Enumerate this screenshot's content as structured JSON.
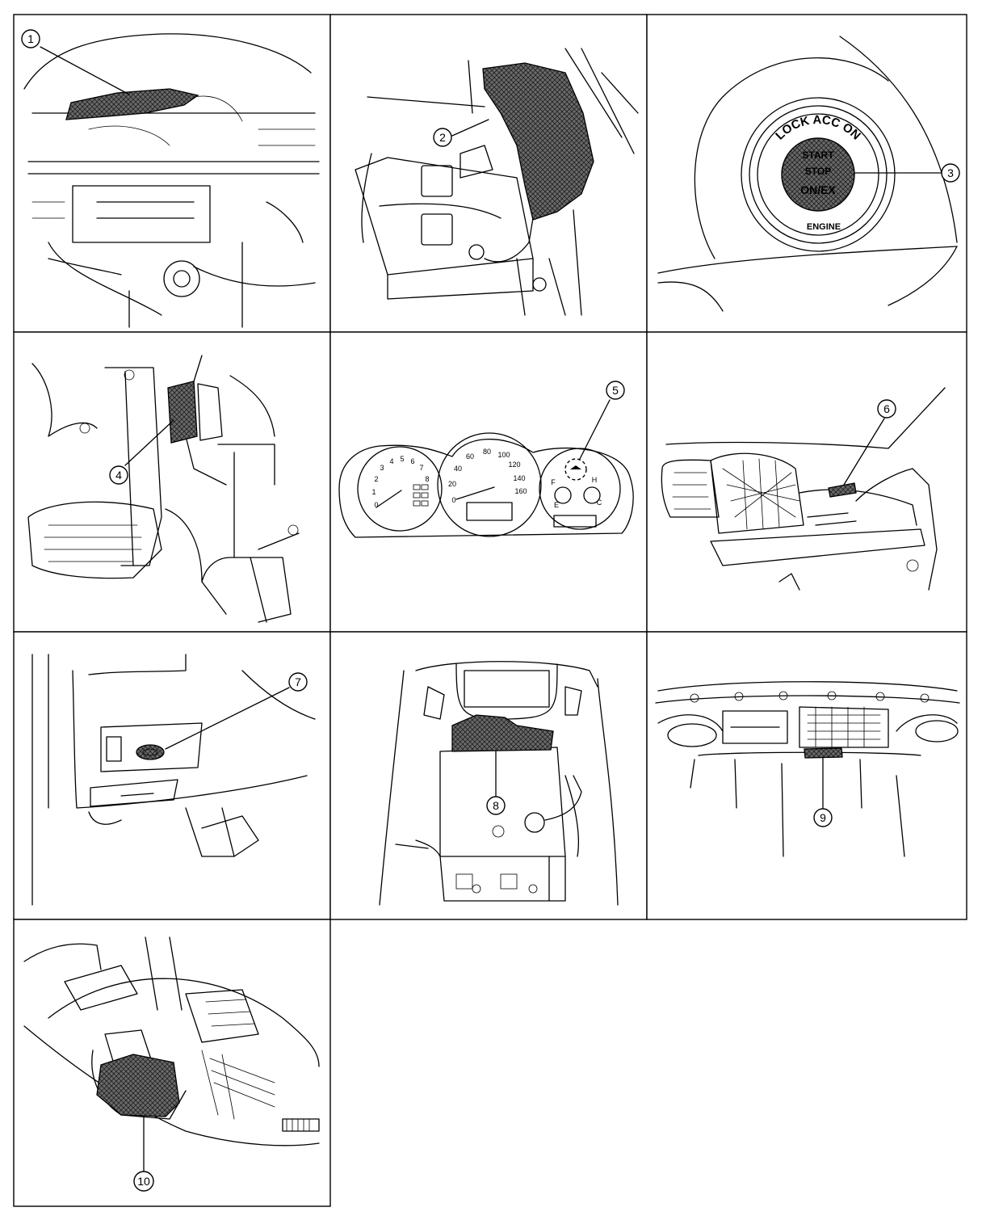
{
  "callouts": [
    "1",
    "2",
    "3",
    "4",
    "5",
    "6",
    "7",
    "8",
    "9",
    "10"
  ],
  "ignition": {
    "ring_text": "LOCK ACC ON",
    "line1": "START",
    "line2": "STOP",
    "line3": "ON/EX",
    "bottom": "ENGINE"
  },
  "cluster": {
    "tach_ticks": [
      "0",
      "1",
      "2",
      "3",
      "4",
      "5",
      "6",
      "7",
      "8"
    ],
    "speed_ticks": [
      "0",
      "20",
      "40",
      "60",
      "80",
      "100",
      "120",
      "140",
      "160"
    ],
    "fuel": [
      "F",
      "E"
    ],
    "temp": [
      "H",
      "C"
    ]
  }
}
